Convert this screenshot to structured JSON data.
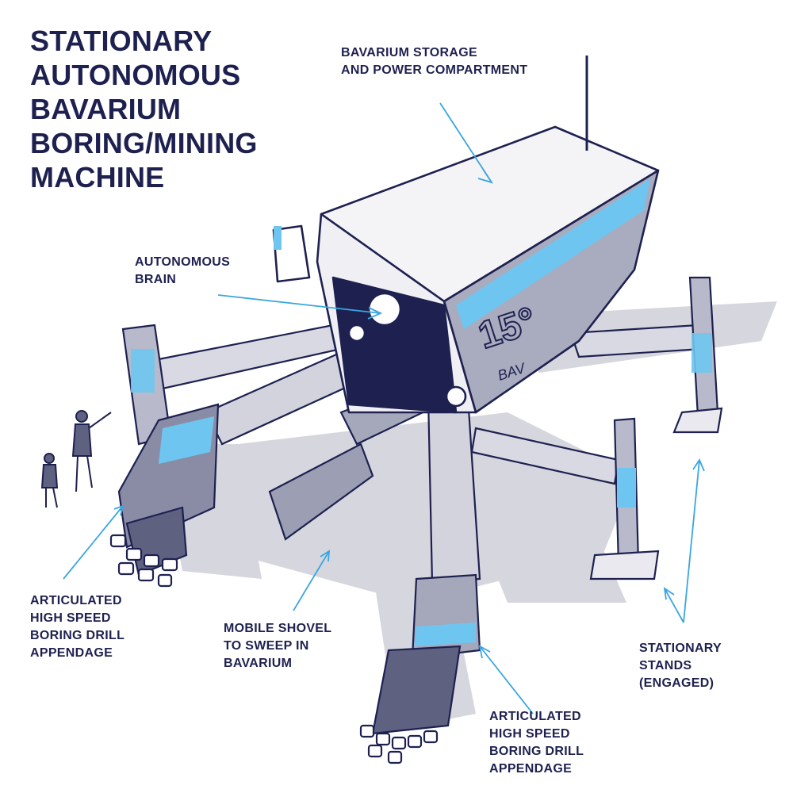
{
  "title_lines": [
    "STATIONARY",
    "AUTONOMOUS",
    "BAVARIUM",
    "BORING/MINING",
    "MACHINE"
  ],
  "labels": {
    "storage": [
      "BAVARIUM STORAGE",
      "AND POWER COMPARTMENT"
    ],
    "brain": [
      "AUTONOMOUS",
      "BRAIN"
    ],
    "drill_left": [
      "ARTICULATED",
      "HIGH SPEED",
      "BORING DRILL",
      "APPENDAGE"
    ],
    "shovel": [
      "MOBILE SHOVEL",
      "TO SWEEP IN",
      "BAVARIUM"
    ],
    "drill_bottom": [
      "ARTICULATED",
      "HIGH SPEED",
      "BORING DRILL",
      "APPENDAGE"
    ],
    "stands": [
      "STATIONARY",
      "STANDS",
      "(ENGAGED)"
    ]
  },
  "body_markings": {
    "number": "15°",
    "code": "BAV"
  },
  "colors": {
    "ink": "#1e2150",
    "accent": "#6ec6f0",
    "shadow": "#c9c9d4",
    "metal": "#8a8ca6",
    "metal_light": "#d8d9e2"
  }
}
